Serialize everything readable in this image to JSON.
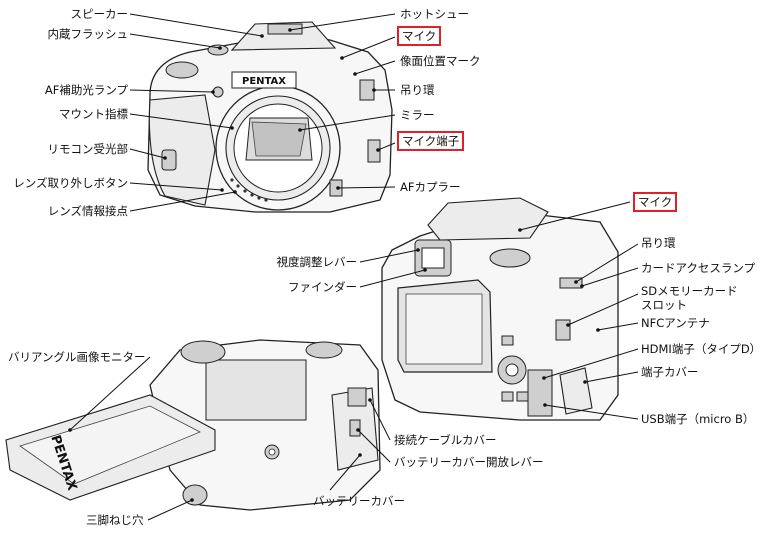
{
  "front_labels": {
    "speaker": "スピーカー",
    "builtin_flash": "内蔵フラッシュ",
    "af_assist_lamp": "AF補助光ランプ",
    "mount_index": "マウント指標",
    "remote_receiver": "リモコン受光部",
    "lens_release_button": "レンズ取り外しボタン",
    "lens_info_contacts": "レンズ情報接点",
    "hot_shoe": "ホットシュー",
    "mic_top": "マイク",
    "image_plane_mark": "像面位置マーク",
    "strap_lug_front": "吊り環",
    "mirror": "ミラー",
    "mic_terminal": "マイク端子",
    "af_coupler": "AFカプラー"
  },
  "back_labels": {
    "mic_back": "マイク",
    "diopter_lever": "視度調整レバー",
    "viewfinder": "ファインダー",
    "strap_lug_back": "吊り環",
    "card_access_lamp": "カードアクセスランプ",
    "sd_card_slot_line1": "SDメモリーカード",
    "sd_card_slot_line2": "スロット",
    "nfc_antenna": "NFCアンテナ",
    "hdmi_terminal": "HDMI端子（タイプD）",
    "terminal_cover": "端子カバー",
    "usb_terminal": "USB端子（micro B）"
  },
  "bottom_labels": {
    "vari_angle_monitor": "バリアングル画像モニター",
    "connection_cable_cover": "接続ケーブルカバー",
    "battery_cover_release_lever": "バッテリーカバー開放レバー",
    "battery_cover": "バッテリーカバー",
    "tripod_socket": "三脚ねじ穴"
  },
  "logos": {
    "front_brand": "PENTAX",
    "monitor_brand": "PENTAX"
  },
  "colors": {
    "highlight": "#e0202a",
    "line": "#111111"
  }
}
